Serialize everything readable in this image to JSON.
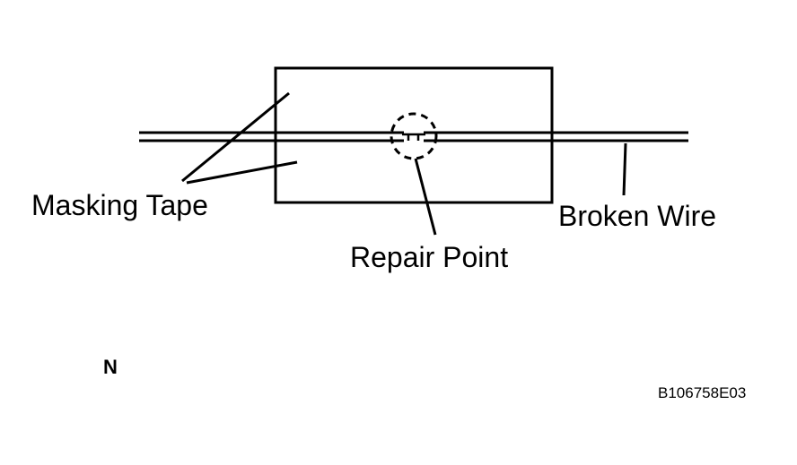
{
  "labels": {
    "masking_tape": "Masking Tape",
    "repair_point": "Repair Point",
    "broken_wire": "Broken Wire",
    "corner_mark": "N",
    "figure_code": "B106758E03"
  },
  "colors": {
    "line": "#000000",
    "background": "#ffffff"
  }
}
